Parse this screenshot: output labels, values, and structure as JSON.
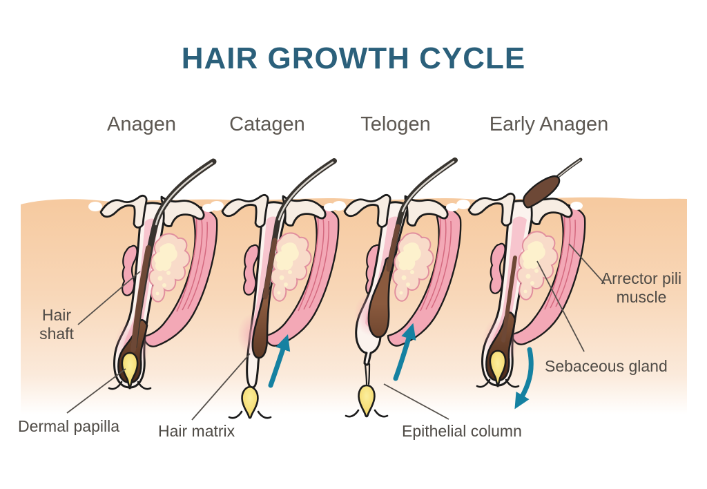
{
  "title": "HAIR GROWTH CYCLE",
  "stages": [
    {
      "label": "Anagen",
      "arrow": "none"
    },
    {
      "label": "Catagen",
      "arrow": "up"
    },
    {
      "label": "Telogen",
      "arrow": "up"
    },
    {
      "label": "Early Anagen",
      "arrow": "down"
    }
  ],
  "annotations": {
    "hair_shaft": "Hair shaft",
    "dermal_papilla": "Dermal papilla",
    "hair_matrix": "Hair matrix",
    "epithelial_column": "Epithelial column",
    "arrector_pili_muscle": "Arrector pili muscle",
    "sebaceous_gland": "Sebaceous gland"
  },
  "colors": {
    "background": "#ffffff",
    "title": "#2b607b",
    "stage_text": "#5d5852",
    "label_text": "#4e4a45",
    "leader": "#55504b",
    "outline": "#1c1c1c",
    "skin_top": "#f6c99e",
    "skin_mid": "#f8d7b8",
    "skin_low": "#fbeadb",
    "epidermis": "#f7ede3",
    "ivory": "#fbf3ee",
    "pink": "#f3a8b6",
    "pink_stripe": "#d4697f",
    "pink_soft": "#f6bcc8",
    "gland": "#f8dbc9",
    "gland_outline": "#e18f9e",
    "cream": "#fdf1cd",
    "bulb_brown_light": "#8a5a3e",
    "bulb_brown_dark": "#4a2b1b",
    "hair_dark": "#38342f",
    "hair_brown": "#6d4836",
    "hair_highlight": "#d9d4cd",
    "papilla_yellow_light": "#fbee9e",
    "papilla_yellow": "#f3d155",
    "arrow_teal": "#1581a1"
  }
}
